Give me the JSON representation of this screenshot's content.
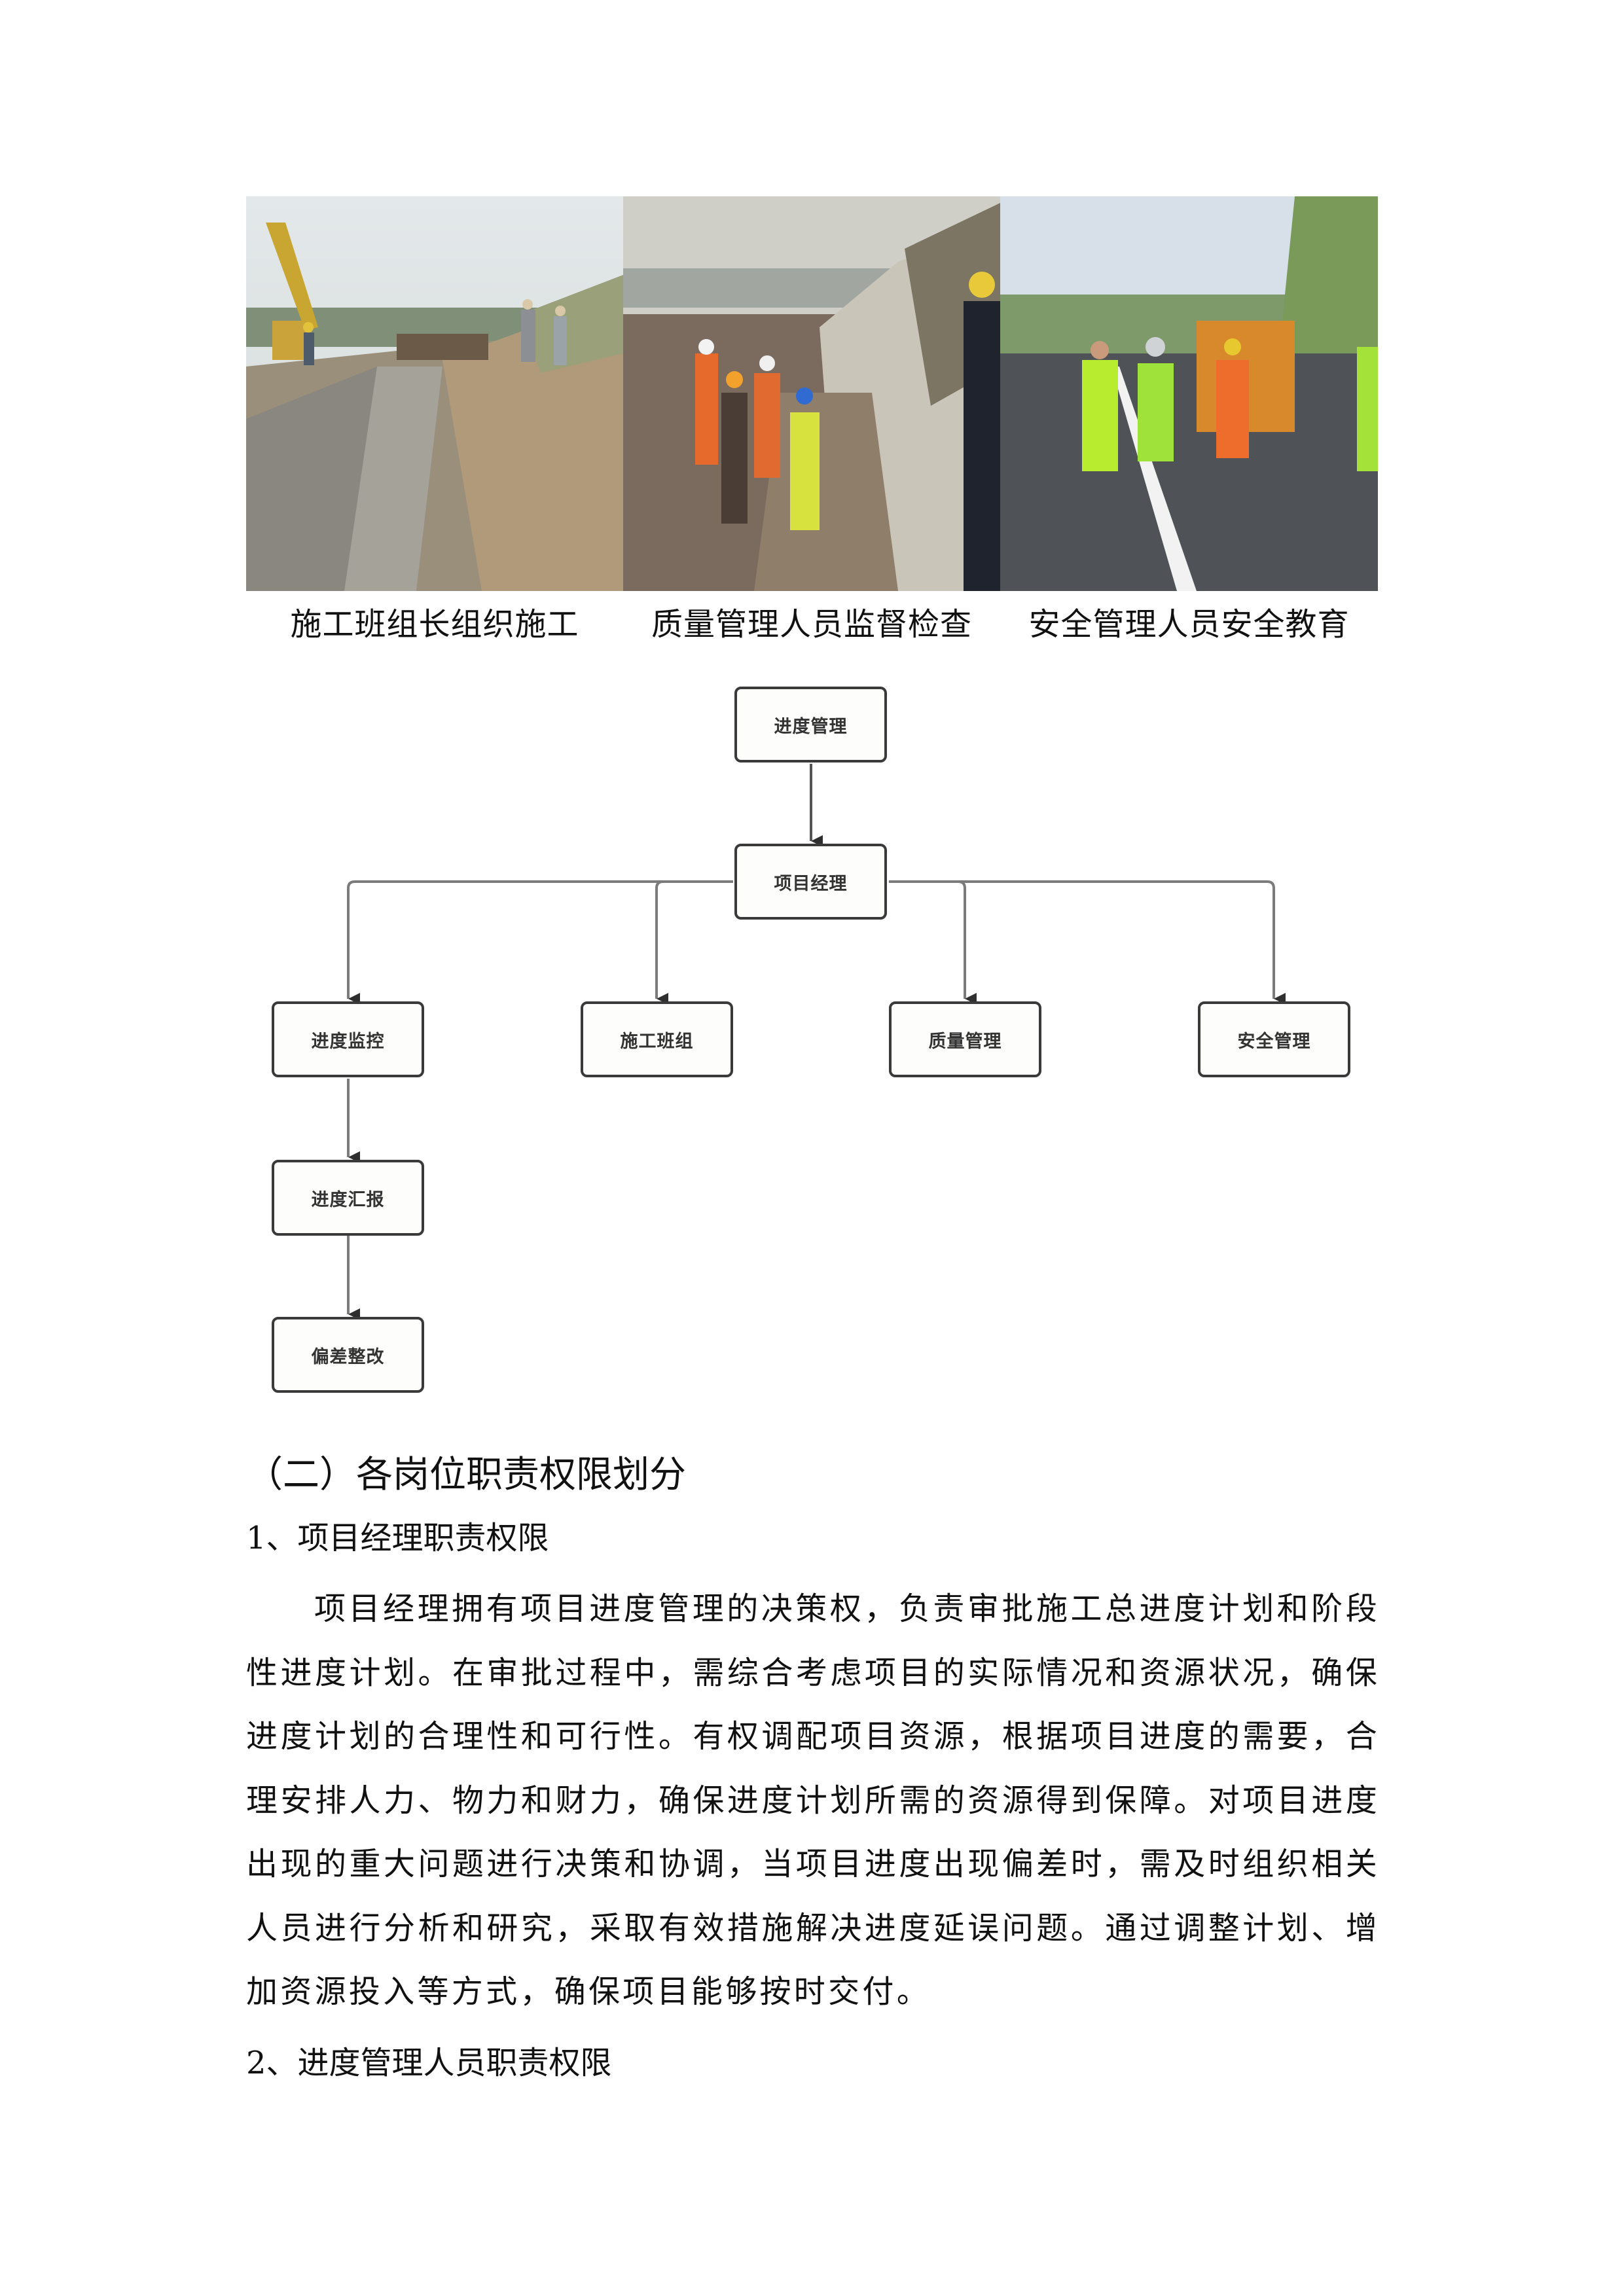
{
  "photos": [
    {
      "caption": "施工班组长组织施工",
      "subject": "construction-team-paving-photo"
    },
    {
      "caption": "质量管理人员监督检查",
      "subject": "quality-inspection-photo"
    },
    {
      "caption": "安全管理人员安全教育",
      "subject": "safety-education-photo"
    }
  ],
  "diagram": {
    "root": "进度管理",
    "manager": "项目经理",
    "branches": [
      "进度监控",
      "施工班组",
      "质量管理",
      "安全管理"
    ],
    "chain": [
      "进度汇报",
      "偏差整改"
    ]
  },
  "section": {
    "heading": "（二）各岗位职责权限划分",
    "subsections": [
      {
        "title": "1、项目经理职责权限",
        "paragraph": "项目经理拥有项目进度管理的决策权，负责审批施工总进度计划和阶段性进度计划。在审批过程中，需综合考虑项目的实际情况和资源状况，确保进度计划的合理性和可行性。有权调配项目资源，根据项目进度的需要，合理安排人力、物力和财力，确保进度计划所需的资源得到保障。对项目进度出现的重大问题进行决策和协调，当项目进度出现偏差时，需及时组织相关人员进行分析和研究，采取有效措施解决进度延误问题。通过调整计划、增加资源投入等方式，确保项目能够按时交付。"
      },
      {
        "title": "2、进度管理人员职责权限"
      }
    ]
  }
}
